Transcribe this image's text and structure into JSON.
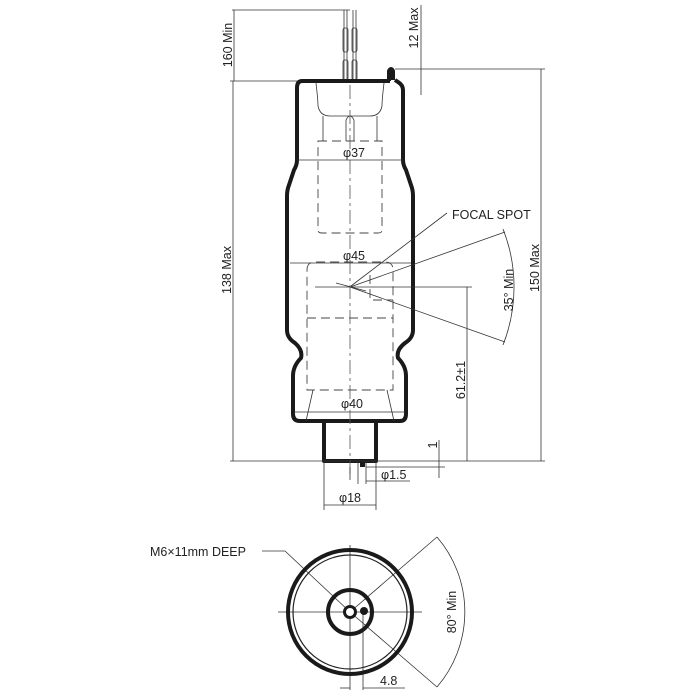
{
  "side_view": {
    "dims": {
      "lead_length": "160 Min",
      "nub_height": "12 Max",
      "body_length": "138 Max",
      "overall_length": "150 Max",
      "focal_height": "61.2±1",
      "pin_length": "1",
      "pin_diameter": "φ1.5",
      "base_diameter": "φ18",
      "top_diameter": "φ37",
      "mid_diameter": "φ45",
      "bottom_diameter": "φ40",
      "beam_angle": "35° Min"
    },
    "focal_spot_label": "FOCAL SPOT"
  },
  "bottom_view": {
    "thread_label": "M6×11mm DEEP",
    "offset": "4.8",
    "angle": "80° Min"
  }
}
